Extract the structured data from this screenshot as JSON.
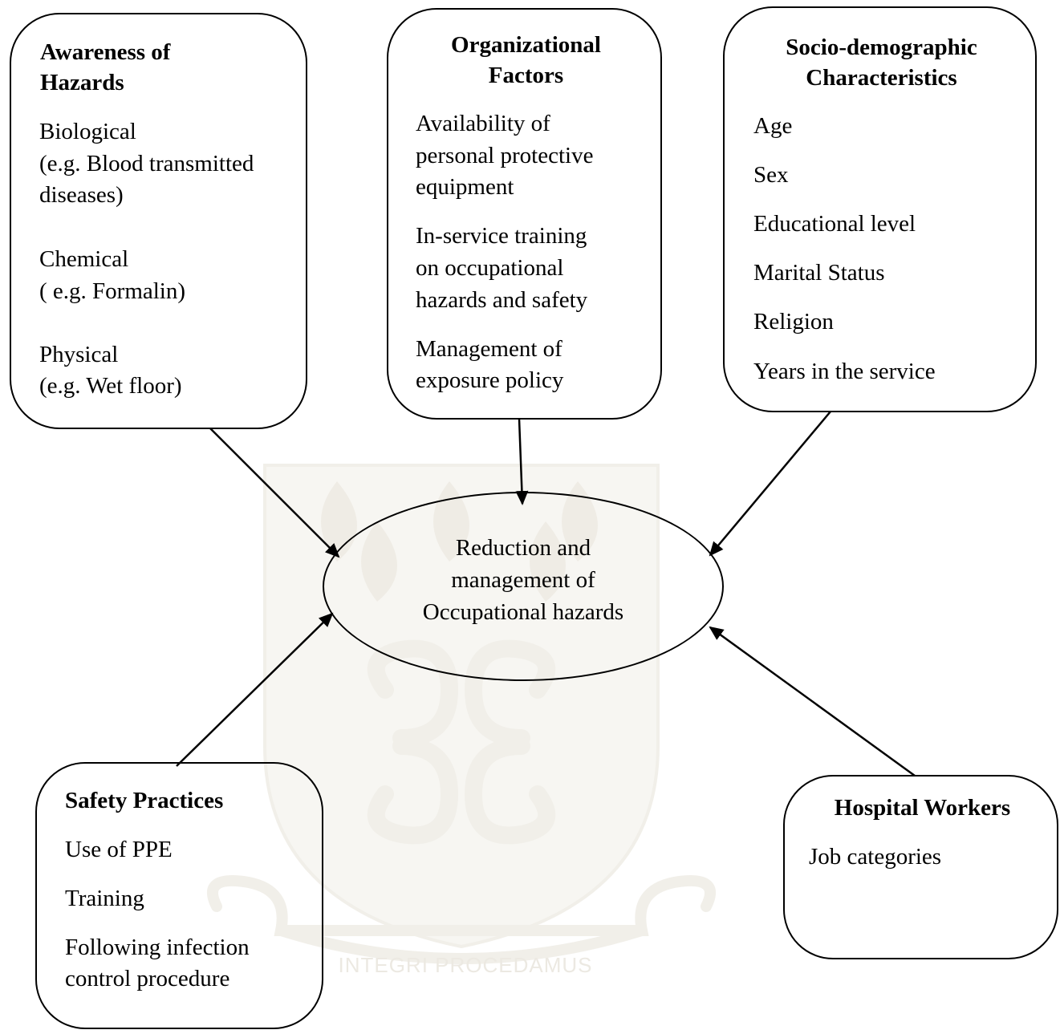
{
  "colors": {
    "stroke": "#000000",
    "watermark": "#f1efe9",
    "background": "#ffffff"
  },
  "watermark": {
    "motto": "INTEGRI PROCEDAMUS"
  },
  "boxes": {
    "awareness": {
      "title_lines": [
        "Awareness of",
        "Hazards"
      ],
      "items": [
        "Biological",
        "(e.g. Blood transmitted",
        "diseases)",
        "Chemical",
        "( e.g. Formalin)",
        "Physical",
        "(e.g. Wet floor)"
      ]
    },
    "organizational": {
      "title_lines": [
        "Organizational",
        "Factors"
      ],
      "items": [
        "Availability of",
        "personal protective",
        "equipment",
        "In-service training",
        "on occupational",
        "hazards and safety",
        "Management of",
        "exposure policy"
      ]
    },
    "sociodemographic": {
      "title_lines": [
        "Socio-demographic",
        "Characteristics"
      ],
      "items": [
        "Age",
        "Sex",
        "Educational level",
        "Marital Status",
        "Religion",
        "Years in the service"
      ]
    },
    "safety": {
      "title_lines": [
        "Safety Practices"
      ],
      "items": [
        "Use of PPE",
        "Training",
        "Following infection",
        "control procedure"
      ]
    },
    "hospital": {
      "title_lines": [
        "Hospital Workers"
      ],
      "items": [
        "Job categories"
      ]
    }
  },
  "center": {
    "lines": [
      "Reduction and",
      "management of",
      "Occupational hazards"
    ]
  }
}
